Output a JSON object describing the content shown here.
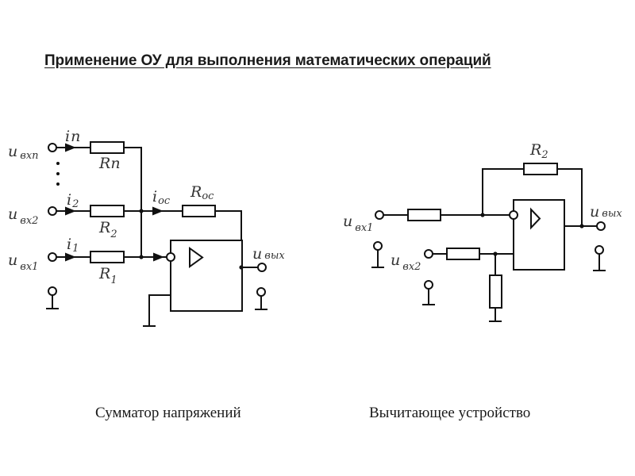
{
  "title": "Применение ОУ для выполнения математических операций",
  "captions": {
    "left": "Сумматор напряжений",
    "right": "Вычитающее устройство"
  },
  "summator": {
    "inputs": [
      {
        "voltage_symbol": "u",
        "voltage_sub": "вхn",
        "current_symbol": "i",
        "current_sub": "n",
        "resistor_symbol": "R",
        "resistor_sub": "n"
      },
      {
        "voltage_symbol": "u",
        "voltage_sub": "вх2",
        "current_symbol": "i",
        "current_sub": "2",
        "resistor_symbol": "R",
        "resistor_sub": "2"
      },
      {
        "voltage_symbol": "u",
        "voltage_sub": "вх1",
        "current_symbol": "i",
        "current_sub": "1",
        "resistor_symbol": "R",
        "resistor_sub": "1"
      }
    ],
    "feedback": {
      "current_symbol": "i",
      "current_sub": "ос",
      "resistor_symbol": "R",
      "resistor_sub": "ос"
    },
    "output": {
      "voltage_symbol": "u",
      "voltage_sub": "вых"
    },
    "opamp_symbol": "▷"
  },
  "subtractor": {
    "inputs": [
      {
        "voltage_symbol": "u",
        "voltage_sub": "вх1"
      },
      {
        "voltage_symbol": "u",
        "voltage_sub": "вх2"
      }
    ],
    "feedback": {
      "resistor_symbol": "R",
      "resistor_sub": "2"
    },
    "output": {
      "voltage_symbol": "u",
      "voltage_sub": "вых"
    },
    "opamp_symbol": "▷"
  }
}
